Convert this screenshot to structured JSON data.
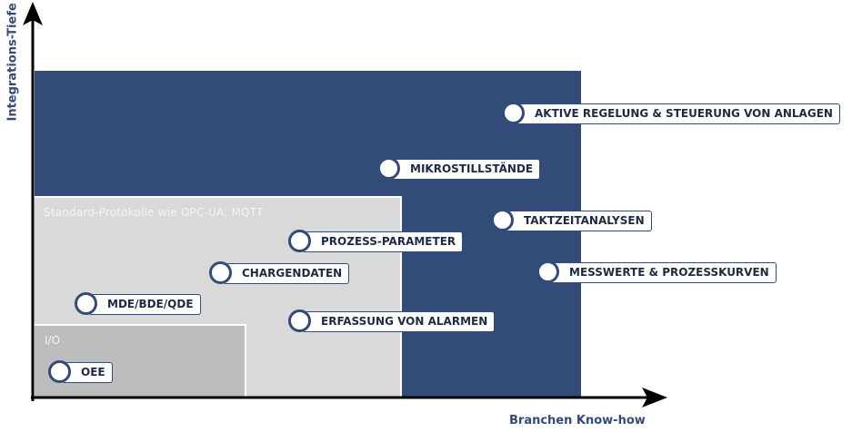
{
  "axes": {
    "y_title": "Integrations-Tiefe",
    "x_title": "Branchen Know-how"
  },
  "regions": {
    "mid_label": "Standard-Protokolle wie OPC-UA, MQTT",
    "inner_label": "I/O"
  },
  "items": [
    {
      "label": "AKTIVE REGELUNG & STEUERUNG VON ANLAGEN"
    },
    {
      "label": "MIKROSTILLSTÄNDE"
    },
    {
      "label": "TAKTZEITANALYSEN"
    },
    {
      "label": "PROZESS-PARAMETER"
    },
    {
      "label": "CHARGENDATEN"
    },
    {
      "label": "MESSWERTE & PROZESSKURVEN"
    },
    {
      "label": "MDE/BDE/QDE"
    },
    {
      "label": "ERFASSUNG VON ALARMEN"
    },
    {
      "label": "OEE"
    }
  ],
  "colors": {
    "navy": "#334b78",
    "light_gray": "#d9d9d9",
    "mid_gray": "#bdbdbd"
  }
}
